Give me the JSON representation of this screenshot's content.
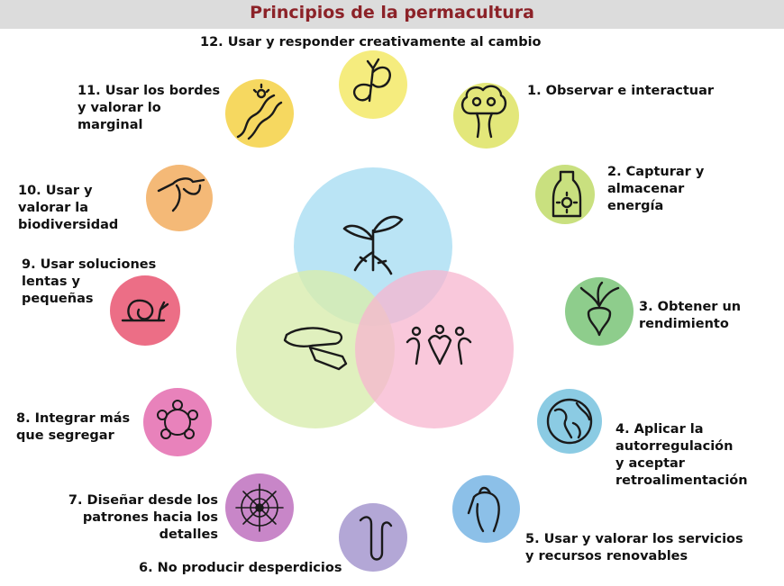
{
  "title": "Principios de la permacultura",
  "principles": [
    {
      "text": "1. Observar e interactuar",
      "color": "#e3e77a",
      "icon": "tree-icon"
    },
    {
      "text": "2. Capturar y\nalmacenar\nenergía",
      "color": "#c9e07f",
      "icon": "bottle-sun-icon"
    },
    {
      "text": "3. Obtener un\nrendimiento",
      "color": "#8ecd8c",
      "icon": "radish-icon"
    },
    {
      "text": "4. Aplicar la\nautorregulación\ny aceptar\nretroalimentación",
      "color": "#8bcbe3",
      "icon": "globe-icon"
    },
    {
      "text": "5. Usar y valorar los servicios\ny recursos renovables",
      "color": "#8cc0e8",
      "icon": "horse-icon"
    },
    {
      "text": "6. No producir desperdicios",
      "color": "#b3a7d6",
      "icon": "worm-icon"
    },
    {
      "text": "7. Diseñar desde los\npatrones hacia los\ndetalles",
      "color": "#c886c8",
      "icon": "spiderweb-icon"
    },
    {
      "text": "8. Integrar más\nque segregar",
      "color": "#e882bb",
      "icon": "flower-ring-icon"
    },
    {
      "text": "9. Usar soluciones\nlentas y\npequeñas",
      "color": "#ec6e86",
      "icon": "snail-icon"
    },
    {
      "text": "10. Usar y\nvalorar la\nbiodiversidad",
      "color": "#f4b977",
      "icon": "hummingbird-icon"
    },
    {
      "text": "11. Usar los bordes\ny valorar lo\nmarginal",
      "color": "#f6d860",
      "icon": "river-sun-icon"
    },
    {
      "text": "12. Usar y responder creativamente al cambio",
      "color": "#f5ec7e",
      "icon": "butterfly-icon"
    }
  ],
  "venn": [
    {
      "color": "#a9ddf2",
      "icon": "sprout-icon"
    },
    {
      "color": "#d8ecae",
      "icon": "hand-icon"
    },
    {
      "color": "#f7b6cf",
      "icon": "people-icon"
    }
  ]
}
